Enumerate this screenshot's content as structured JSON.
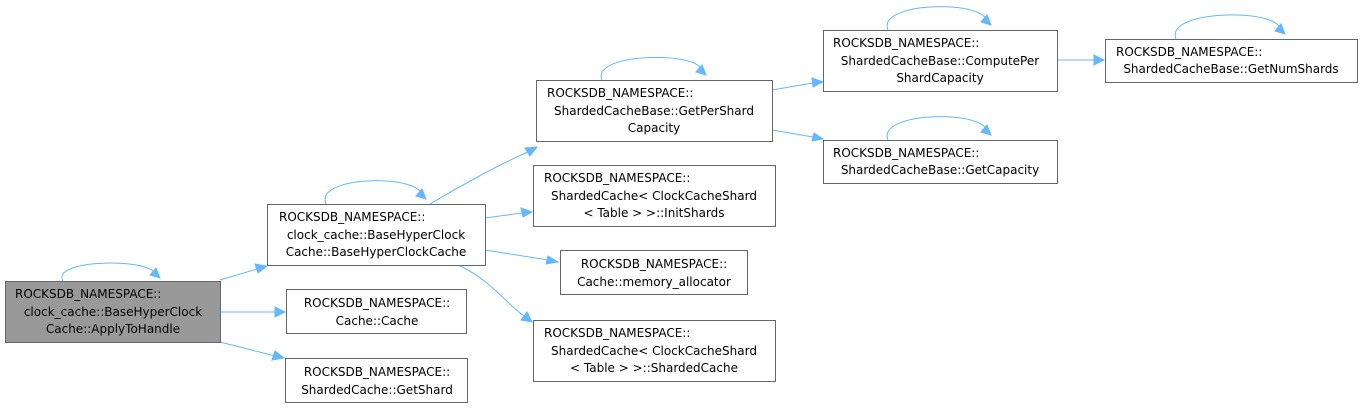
{
  "colors": {
    "edge": "#63b8ff",
    "node_border": "#666666",
    "root_fill": "#999999",
    "node_fill": "#ffffff"
  },
  "nodes": {
    "root": {
      "lines": [
        "ROCKSDB_NAMESPACE::",
        "clock_cache::BaseHyperClock",
        "Cache::ApplyToHandle"
      ]
    },
    "basehyper": {
      "lines": [
        "ROCKSDB_NAMESPACE::",
        "clock_cache::BaseHyperClock",
        "Cache::BaseHyperClockCache"
      ]
    },
    "cache_ctor": {
      "lines": [
        "ROCKSDB_NAMESPACE::",
        "Cache::Cache"
      ]
    },
    "getshard": {
      "lines": [
        "ROCKSDB_NAMESPACE::",
        "ShardedCache::GetShard"
      ]
    },
    "getpershard": {
      "lines": [
        "ROCKSDB_NAMESPACE::",
        "ShardedCacheBase::GetPerShard",
        "Capacity"
      ]
    },
    "initshards": {
      "lines": [
        "ROCKSDB_NAMESPACE::",
        "ShardedCache< ClockCacheShard",
        "< Table > >::InitShards"
      ]
    },
    "memalloc": {
      "lines": [
        "ROCKSDB_NAMESPACE::",
        "Cache::memory_allocator"
      ]
    },
    "shardedcache": {
      "lines": [
        "ROCKSDB_NAMESPACE::",
        "ShardedCache< ClockCacheShard",
        "< Table > >::ShardedCache"
      ]
    },
    "computeper": {
      "lines": [
        "ROCKSDB_NAMESPACE::",
        "ShardedCacheBase::ComputePer",
        "ShardCapacity"
      ]
    },
    "getcapacity": {
      "lines": [
        "ROCKSDB_NAMESPACE::",
        "ShardedCacheBase::GetCapacity"
      ]
    },
    "getnumshards": {
      "lines": [
        "ROCKSDB_NAMESPACE::",
        "ShardedCacheBase::GetNumShards"
      ]
    }
  },
  "edges": [
    [
      "root",
      "root"
    ],
    [
      "root",
      "basehyper"
    ],
    [
      "root",
      "cache_ctor"
    ],
    [
      "root",
      "getshard"
    ],
    [
      "basehyper",
      "basehyper"
    ],
    [
      "basehyper",
      "getpershard"
    ],
    [
      "basehyper",
      "initshards"
    ],
    [
      "basehyper",
      "memalloc"
    ],
    [
      "basehyper",
      "shardedcache"
    ],
    [
      "getpershard",
      "getpershard"
    ],
    [
      "getpershard",
      "computeper"
    ],
    [
      "getpershard",
      "getcapacity"
    ],
    [
      "computeper",
      "computeper"
    ],
    [
      "computeper",
      "getnumshards"
    ],
    [
      "getcapacity",
      "getcapacity"
    ],
    [
      "getnumshards",
      "getnumshards"
    ]
  ]
}
